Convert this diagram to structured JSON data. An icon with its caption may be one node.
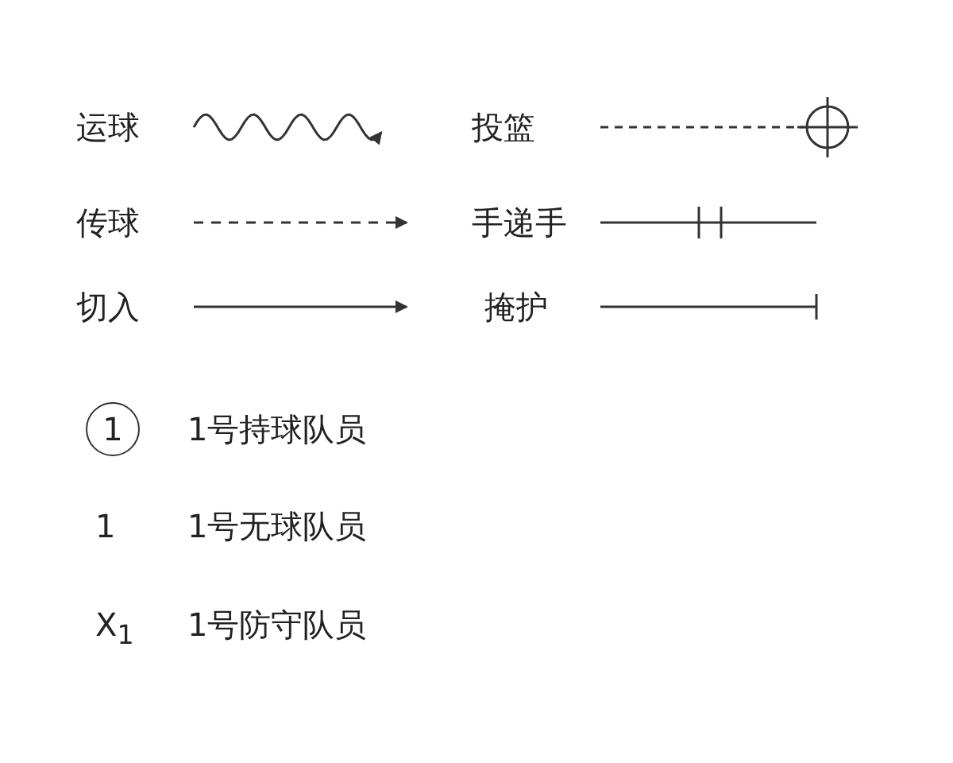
{
  "diagram": {
    "legend": [
      {
        "text": "运球"
      },
      {
        "text": "投篮"
      },
      {
        "text": "传球"
      },
      {
        "text": "手递手"
      },
      {
        "text": "切入"
      },
      {
        "text": "掩护"
      },
      {
        "text": "1号持球队员"
      },
      {
        "text": "1号无球队员"
      },
      {
        "text": "1号防守队员"
      }
    ],
    "labels": [
      "1",
      "1",
      "X$_{1}$"
    ]
  }
}
